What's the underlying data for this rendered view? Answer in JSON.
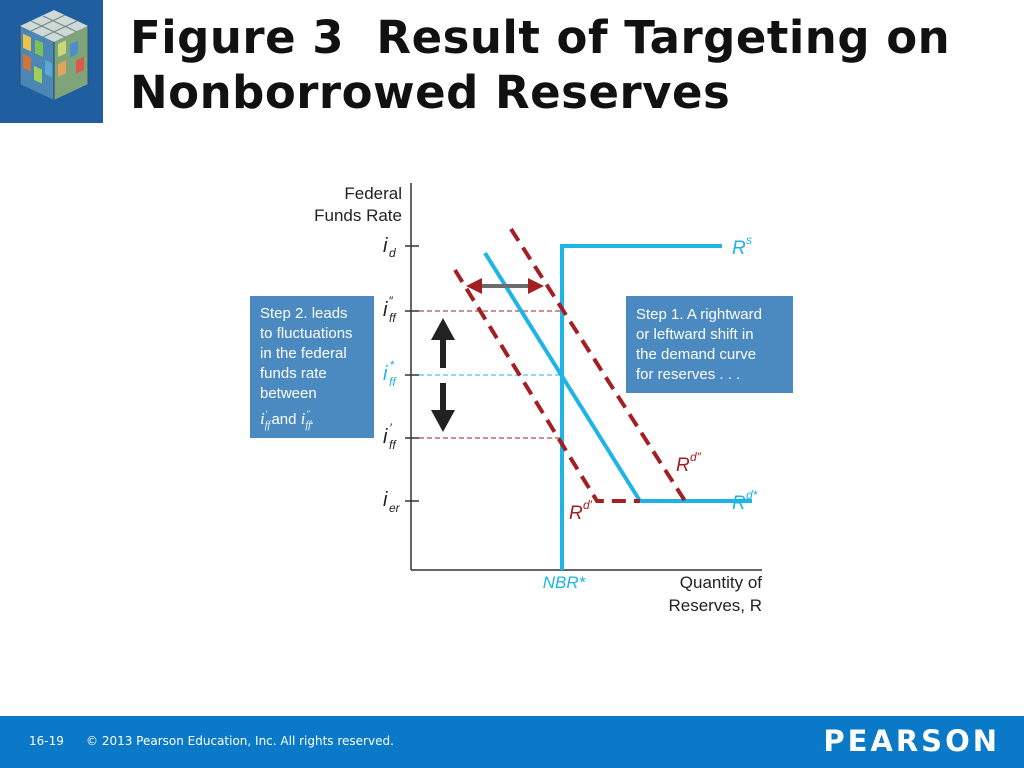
{
  "slide": {
    "title_line1": "Figure 3  Result of Targeting on",
    "title_line2": "Nonborrowed Reserves"
  },
  "diagram": {
    "y_axis_label_line1": "Federal",
    "y_axis_label_line2": "Funds Rate",
    "x_axis_label_line1": "Quantity of",
    "x_axis_label_line2": "Reserves, R",
    "nbr_label": "NBR*",
    "rate_labels": {
      "id": {
        "base": "i",
        "sub": "d",
        "sup": ""
      },
      "iff_high": {
        "base": "i",
        "sub": "ff",
        "sup": "″"
      },
      "iff_star": {
        "base": "i",
        "sub": "ff",
        "sup": "*"
      },
      "iff_low": {
        "base": "i",
        "sub": "ff",
        "sup": "′"
      },
      "ier": {
        "base": "i",
        "sub": "er",
        "sup": ""
      }
    },
    "curve_labels": {
      "rs": {
        "base": "R",
        "sup": "s"
      },
      "rd_star": {
        "base": "R",
        "sup": "d*"
      },
      "rd_high": {
        "base": "R",
        "sup": "d″"
      },
      "rd_low": {
        "base": "R",
        "sup": "d′"
      }
    },
    "step1": {
      "line1": "Step 1. A rightward",
      "line2": "or leftward shift in",
      "line3": "the demand curve",
      "line4": "for reserves . . ."
    },
    "step2": {
      "line1": "Step 2. leads",
      "line2": "to fluctuations",
      "line3": "in the federal",
      "line4": "funds rate",
      "line5": "between",
      "var_base": "i",
      "var_sub": "ff",
      "var_low_sup": "′",
      "var_high_sup": "″",
      "and_text": "and",
      "period": "."
    },
    "colors": {
      "supply_blue": "#1eb4e6",
      "demand_shift_red": "#a31f24",
      "step_box": "#4a8ac0",
      "axis": "#333333",
      "arrow_gray": "#6b6b6b"
    }
  },
  "footer": {
    "page_number": "16-19",
    "copyright": "© 2013 Pearson Education, Inc. All rights reserved.",
    "brand": "PEARSON"
  }
}
